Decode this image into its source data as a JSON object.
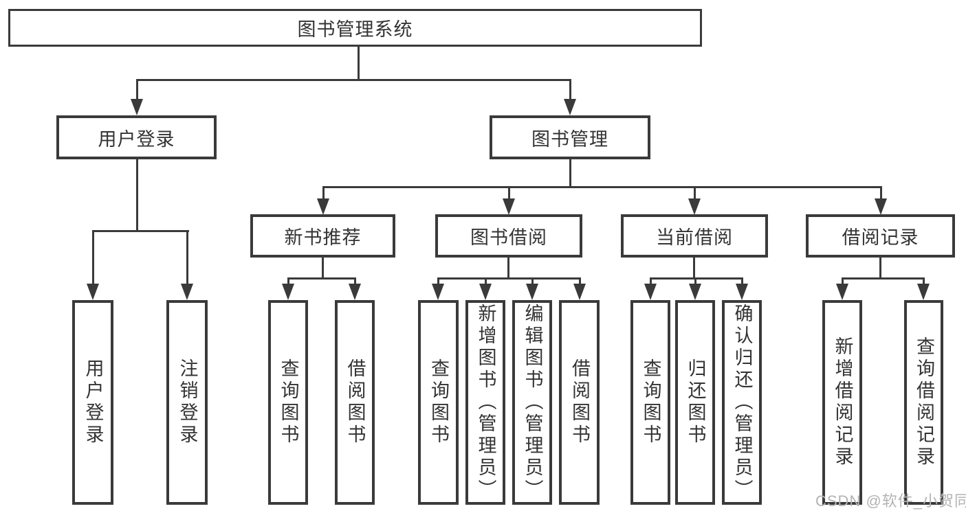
{
  "diagram": {
    "type": "hierarchy-tree",
    "colors": {
      "line": "#3a3a3a",
      "box_border": "#3a3a3a",
      "box_background": "#ffffff",
      "text": "#333333",
      "watermark": "#b3b3b3",
      "page_background": "#ffffff"
    }
  },
  "tree": {
    "label": "图书管理系统",
    "children": [
      {
        "label": "用户登录",
        "children": [
          {
            "label": "用户登录"
          },
          {
            "label": "注销登录"
          }
        ]
      },
      {
        "label": "图书管理",
        "children": [
          {
            "label": "新书推荐",
            "children": [
              {
                "label": "查询图书"
              },
              {
                "label": "借阅图书"
              }
            ]
          },
          {
            "label": "图书借阅",
            "children": [
              {
                "label": "查询图书"
              },
              {
                "label": "新增图书（管理员）"
              },
              {
                "label": "编辑图书（管理员）"
              },
              {
                "label": "借阅图书"
              }
            ]
          },
          {
            "label": "当前借阅",
            "children": [
              {
                "label": "查询图书"
              },
              {
                "label": "归还图书"
              },
              {
                "label": "确认归还（管理员）"
              }
            ]
          },
          {
            "label": "借阅记录",
            "children": [
              {
                "label": "新增借阅记录"
              },
              {
                "label": "查询借阅记录"
              }
            ]
          }
        ]
      }
    ]
  },
  "watermark": {
    "text": "CSDN @软件_小贺同学"
  }
}
